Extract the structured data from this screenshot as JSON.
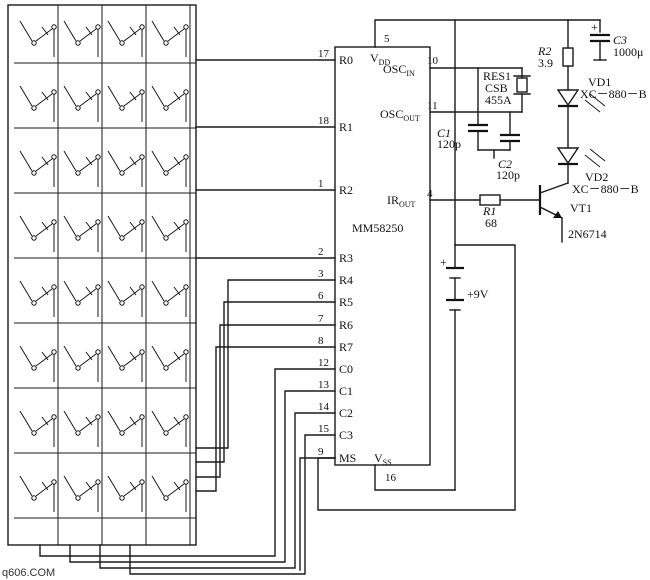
{
  "ic": {
    "name": "MM58250",
    "vdd_label": "V",
    "vdd_sub": "DD",
    "vss_label": "V",
    "vss_sub": "SS",
    "pins_left": [
      {
        "num": "17",
        "name": "R0"
      },
      {
        "num": "18",
        "name": "R1"
      },
      {
        "num": "1",
        "name": "R2"
      },
      {
        "num": "2",
        "name": "R3"
      },
      {
        "num": "3",
        "name": "R4"
      },
      {
        "num": "6",
        "name": "R5"
      },
      {
        "num": "7",
        "name": "R6"
      },
      {
        "num": "8",
        "name": "R7"
      },
      {
        "num": "12",
        "name": "C0"
      },
      {
        "num": "13",
        "name": "C1"
      },
      {
        "num": "14",
        "name": "C2"
      },
      {
        "num": "15",
        "name": "C3"
      },
      {
        "num": "9",
        "name": "MS"
      }
    ],
    "pin_vdd": "5",
    "pin_vss": "16",
    "pin_osc_in": "10",
    "pin_osc_out": "11",
    "pin_ir_out": "4",
    "osc_in_label": "OSC",
    "osc_in_sub": "IN",
    "osc_out_label": "OSC",
    "osc_out_sub": "OUT",
    "ir_out_label": "IR",
    "ir_out_sub": "OUT"
  },
  "components": {
    "res1": [
      "RES1",
      "CSB",
      "455A"
    ],
    "c1": [
      "C1",
      "120p"
    ],
    "c2": [
      "C2",
      "120p"
    ],
    "c3": [
      "C3",
      "1000μ"
    ],
    "r2": [
      "R2",
      "3.9"
    ],
    "r1": [
      "R1",
      "68"
    ],
    "vd1": [
      "VD1",
      "XC－880－B"
    ],
    "vd2": [
      "VD2",
      "XC－880－B"
    ],
    "vt1": [
      "VT1",
      "2N6714"
    ],
    "battery": "+9V",
    "plus": "+"
  },
  "watermark": "q606.COM"
}
